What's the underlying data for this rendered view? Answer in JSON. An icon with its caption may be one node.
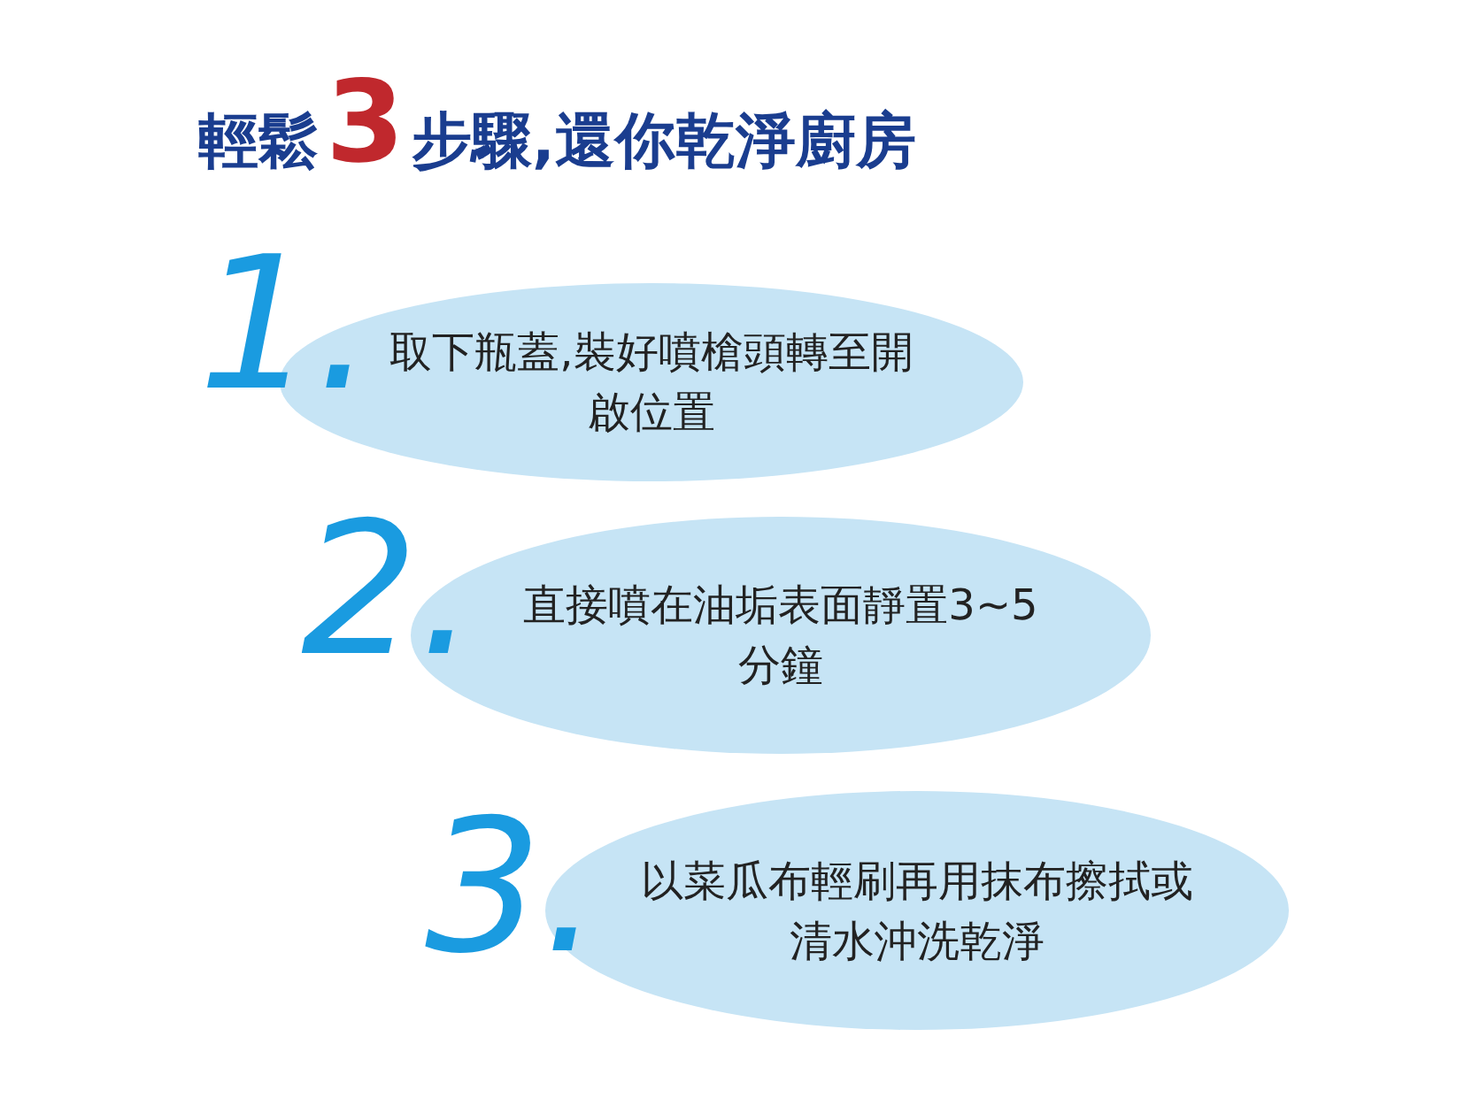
{
  "diagram": {
    "title": "輕鬆**3**步驟,還你乾淨廚房",
    "nodes": [
      {
        "text": [
          "取下瓶蓋,裝好噴槍頭轉至開啟位置"
        ],
        "beside": [
          "1."
        ]
      },
      {
        "text": [
          "直接噴在油垢表面靜置3~5分鐘"
        ],
        "beside": [
          "2."
        ]
      },
      {
        "text": [
          "以菜瓜布輕刷再用抹布擦拭或清水沖洗乾淨"
        ],
        "beside": [
          "3."
        ]
      }
    ]
  }
}
